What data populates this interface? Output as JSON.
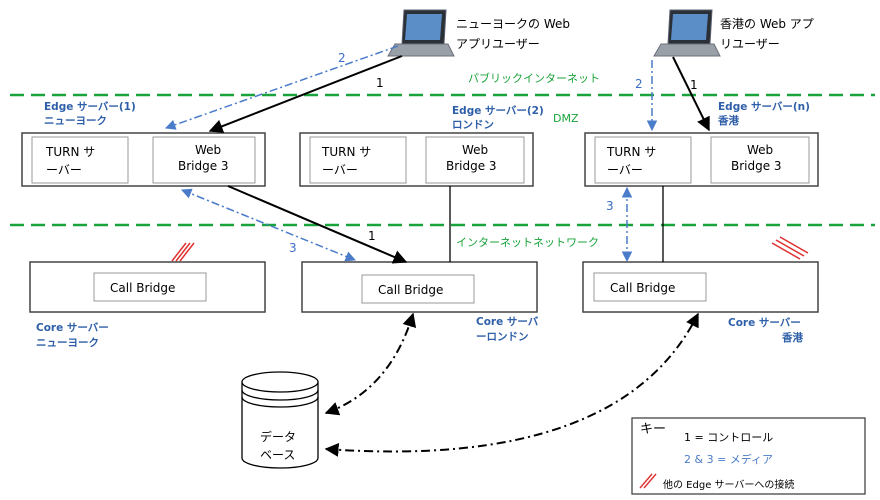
{
  "users": {
    "ny_line1": "ニューヨークの Web",
    "ny_line2": "アプリユーザー",
    "hk_line1": "香港の Web アプ",
    "hk_line2": "リユーザー"
  },
  "zones": {
    "public_internet": "パブリックインターネット",
    "dmz": "DMZ",
    "internal_network": "インターネットネットワーク"
  },
  "edge_servers": {
    "ny_line1": "Edge サーバー(1)",
    "ny_line2": "ニューヨーク",
    "ldn_line1": "Edge サーバー(2)",
    "ldn_line2": "ロンドン",
    "hk_line1": "Edge サーバー(n)",
    "hk_line2": "香港"
  },
  "components": {
    "turn_line1": "TURN サ",
    "turn_line2": "ーバー",
    "web_line1": "Web",
    "web_line2": "Bridge 3",
    "call_bridge": "Call Bridge"
  },
  "core_servers": {
    "ny_line1": "Core サーバー",
    "ny_line2": "ニューヨーク",
    "ldn_line1": "Core サーバ",
    "ldn_line2": "ーロンドン",
    "hk_line1": "Core サーバー",
    "hk_line2": "香港"
  },
  "database": {
    "line1": "データ",
    "line2": "ベース"
  },
  "flow_labels": {
    "control": "1",
    "media_2": "2",
    "media_3": "3"
  },
  "key": {
    "title": "キー",
    "control": "1 = コントロール",
    "media": "2 & 3 = メディア",
    "other_edge": "他の Edge サーバーへの接続"
  },
  "colors": {
    "zone_line": "#1AA33A",
    "media_line": "#4A7CC9",
    "server_label": "#2E5FA8",
    "slash_marks": "#E03030"
  }
}
